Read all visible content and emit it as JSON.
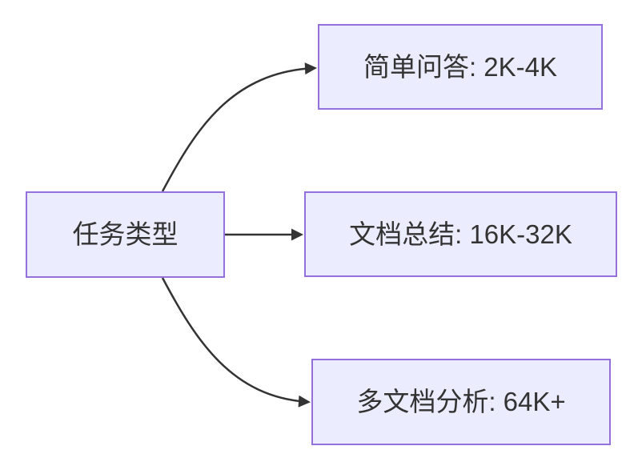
{
  "diagram": {
    "type": "flowchart-left-to-right",
    "colors": {
      "node_fill": "#ECECFF",
      "node_border": "#9370DB",
      "edge": "#333333",
      "text": "#333333",
      "background": "#FFFFFF"
    },
    "root": {
      "id": "task-type",
      "label": "任务类型"
    },
    "nodes": [
      {
        "id": "simple-qa",
        "label": "简单问答: 2K-4K"
      },
      {
        "id": "doc-summary",
        "label": "文档总结: 16K-32K"
      },
      {
        "id": "multi-doc-analysis",
        "label": "多文档分析: 64K+"
      }
    ],
    "edges": [
      {
        "from": "task-type",
        "to": "simple-qa"
      },
      {
        "from": "task-type",
        "to": "doc-summary"
      },
      {
        "from": "task-type",
        "to": "multi-doc-analysis"
      }
    ]
  }
}
